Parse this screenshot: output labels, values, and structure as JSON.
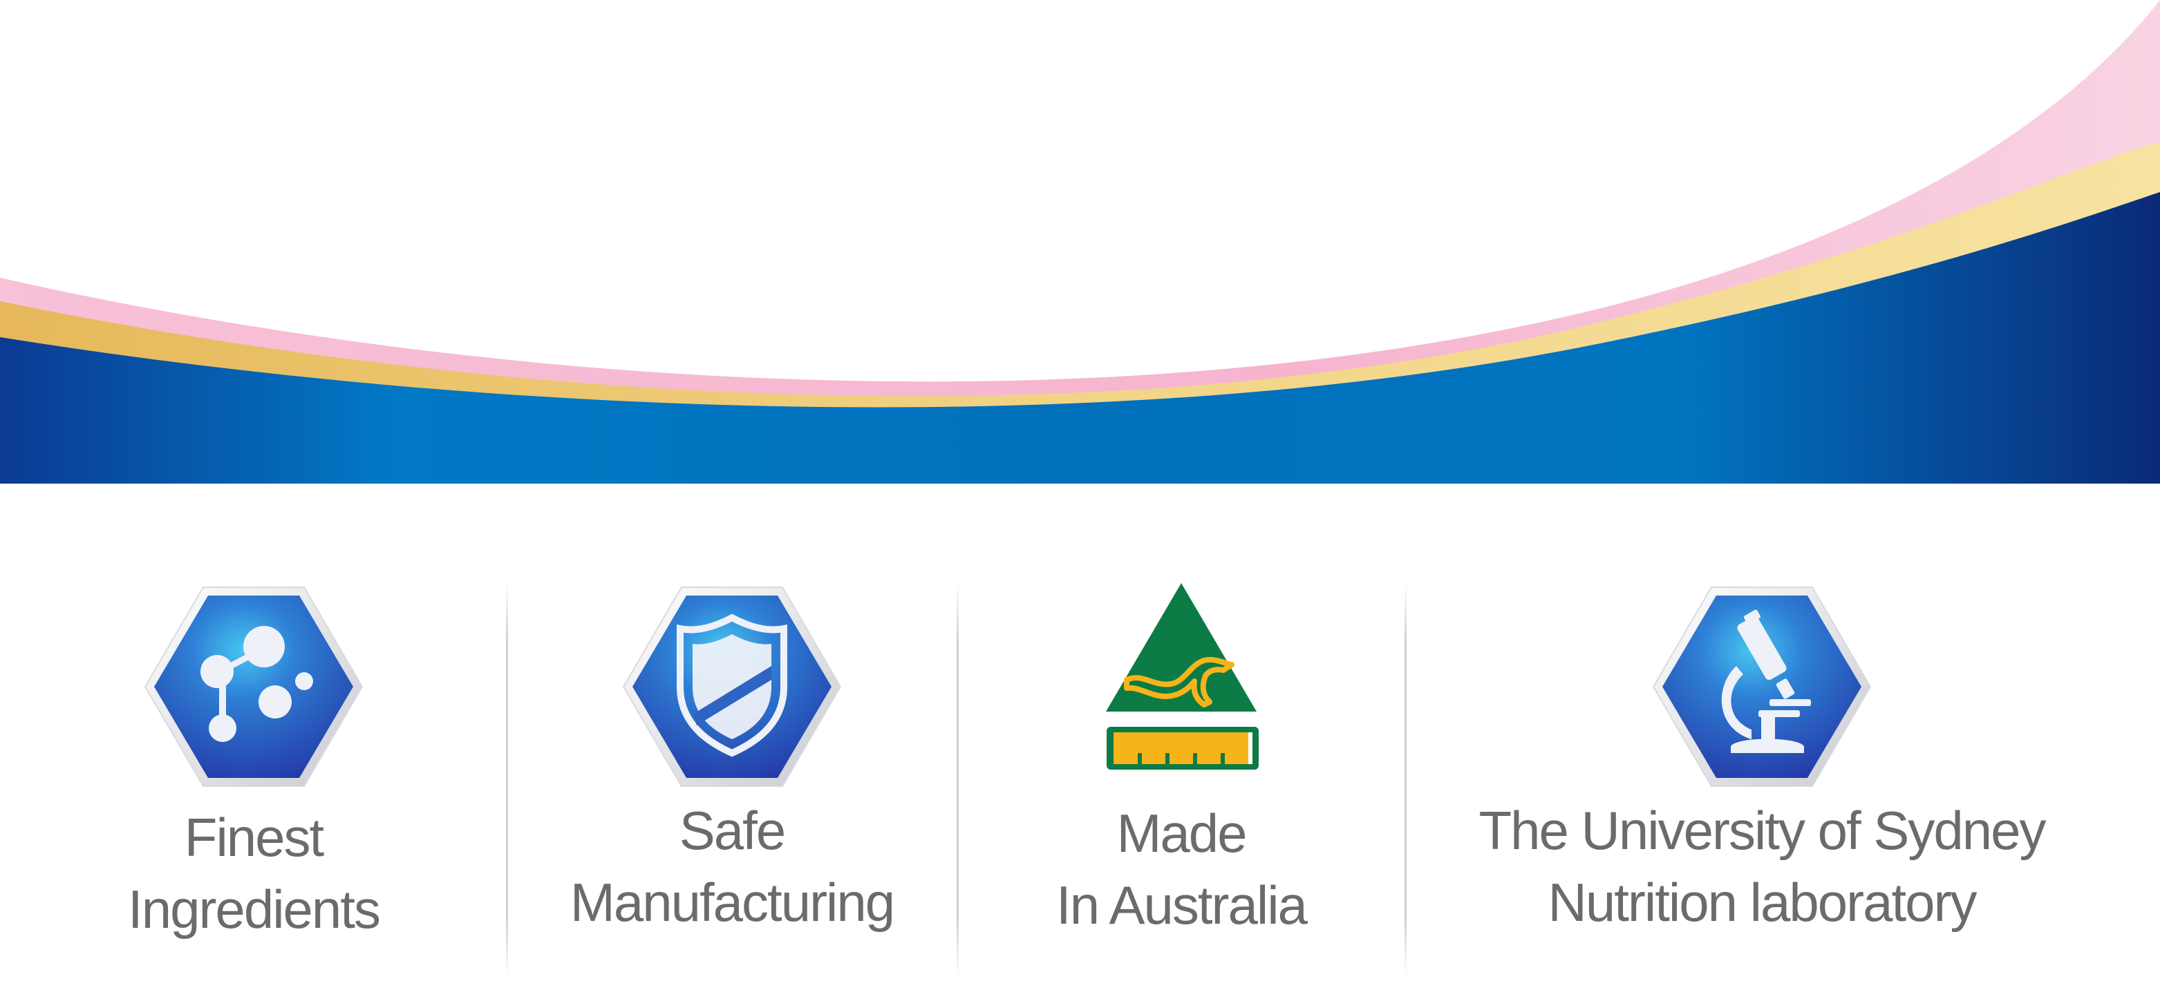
{
  "features": [
    {
      "id": "finest-ingredients",
      "icon": "molecule-icon",
      "line1": "Finest",
      "line2": "Ingredients"
    },
    {
      "id": "safe-manufacturing",
      "icon": "shield-icon",
      "line1": "Safe",
      "line2": "Manufacturing"
    },
    {
      "id": "made-in-australia",
      "icon": "kangaroo-triangle-icon",
      "line1": "Made",
      "line2": "In Australia"
    },
    {
      "id": "university-of-sydney",
      "icon": "microscope-icon",
      "line1": "The University of Sydney",
      "line2": "Nutrition laboratory"
    }
  ],
  "colors": {
    "navy": "#0b2f86",
    "blue": "#0177c2",
    "gold": "#e9c36a",
    "pink": "#f6b9d2",
    "hex_blue": "#2f4fb8",
    "text_gray": "#6b6b6b",
    "aus_green": "#0d7b45",
    "aus_gold": "#f4b41a"
  }
}
